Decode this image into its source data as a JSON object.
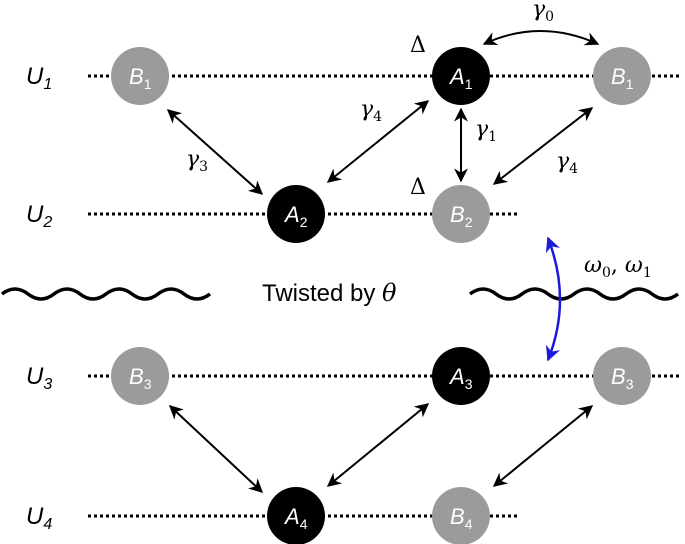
{
  "layers": [
    {
      "label": "U",
      "sub": "1"
    },
    {
      "label": "U",
      "sub": "2"
    },
    {
      "label": "U",
      "sub": "3"
    },
    {
      "label": "U",
      "sub": "4"
    }
  ],
  "nodes": [
    {
      "id": "B1-left",
      "letter": "B",
      "sub": "1",
      "kind": "B"
    },
    {
      "id": "A1",
      "letter": "A",
      "sub": "1",
      "kind": "A"
    },
    {
      "id": "B1-right",
      "letter": "B",
      "sub": "1",
      "kind": "B"
    },
    {
      "id": "A2",
      "letter": "A",
      "sub": "2",
      "kind": "A"
    },
    {
      "id": "B2",
      "letter": "B",
      "sub": "2",
      "kind": "B"
    },
    {
      "id": "B3-left",
      "letter": "B",
      "sub": "3",
      "kind": "B"
    },
    {
      "id": "A3",
      "letter": "A",
      "sub": "3",
      "kind": "A"
    },
    {
      "id": "B3-right",
      "letter": "B",
      "sub": "3",
      "kind": "B"
    },
    {
      "id": "A4",
      "letter": "A",
      "sub": "4",
      "kind": "A"
    },
    {
      "id": "B4",
      "letter": "B",
      "sub": "4",
      "kind": "B"
    }
  ],
  "couplings": {
    "gamma0": {
      "symbol": "γ",
      "sub": "0"
    },
    "gamma1": {
      "symbol": "γ",
      "sub": "1"
    },
    "gamma3": {
      "symbol": "γ",
      "sub": "3"
    },
    "gamma4_left": {
      "symbol": "γ",
      "sub": "4"
    },
    "gamma4_right": {
      "symbol": "γ",
      "sub": "4"
    },
    "delta_top": "Δ",
    "delta_mid": "Δ",
    "omega": {
      "w0": "ω",
      "w0_sub": "0",
      "sep": ", ",
      "w1": "ω",
      "w1_sub": "1"
    }
  },
  "twist": {
    "text": "Twisted by ",
    "symbol": "θ"
  },
  "colors": {
    "a_fill": "#000000",
    "b_fill": "#9b9b9b",
    "node_text": "#ffffff",
    "interlayer_arrow": "#1a1adb",
    "arrow": "#000000"
  }
}
